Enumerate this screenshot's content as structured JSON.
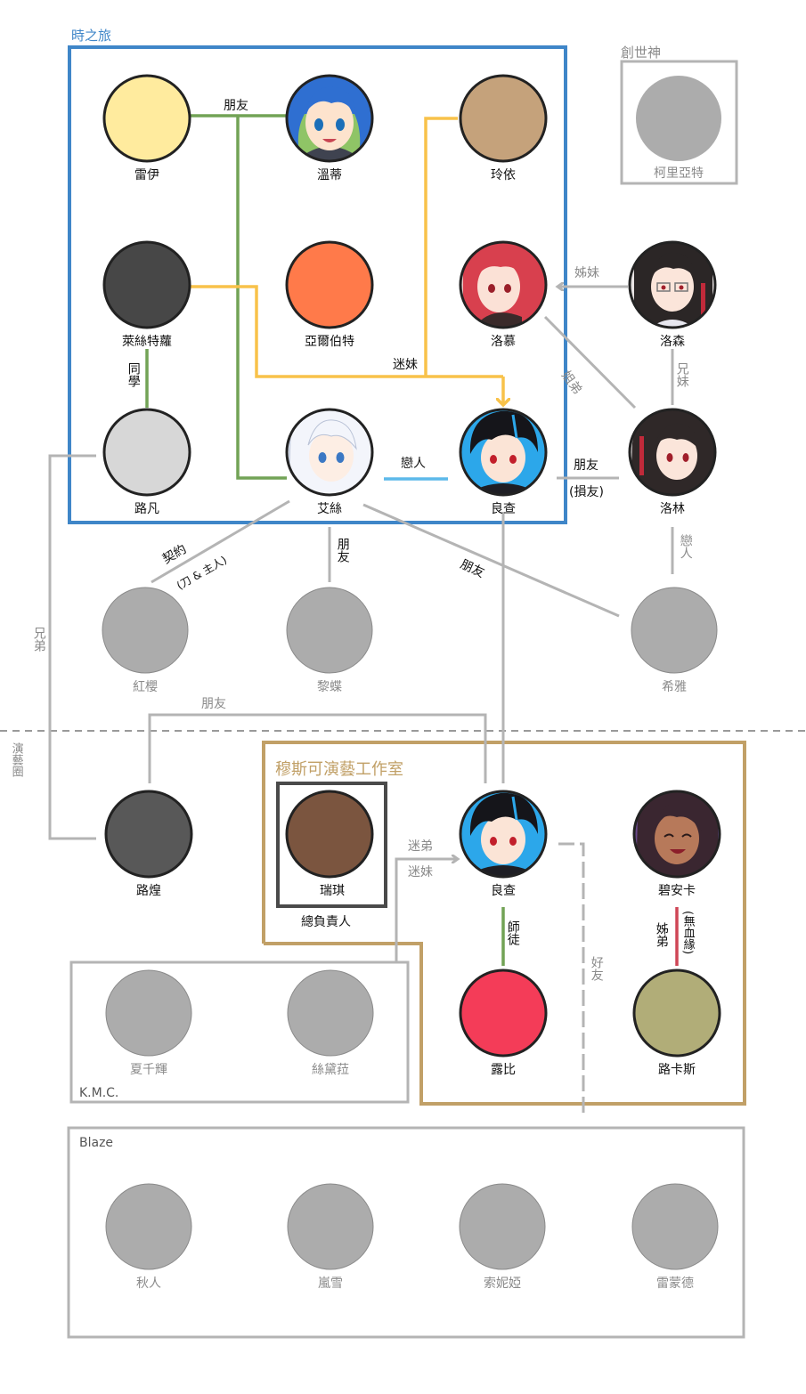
{
  "groups": {
    "time_travel": "時之旅",
    "creator_god": "創世神",
    "entertainment": "演藝圈",
    "studio": "穆斯可演藝工作室",
    "kmc": "K.M.C.",
    "blaze": "Blaze"
  },
  "characters": {
    "lei": "雷伊",
    "wendi": "溫蒂",
    "lingyi": "玲依",
    "kelite": "柯里亞特",
    "laisi": "萊絲特蘿",
    "yaer": "亞爾伯特",
    "luomu": "洛慕",
    "luosen": "洛森",
    "lufan": "路凡",
    "aisi": "艾絲",
    "liangcha": "良查",
    "luolin": "洛林",
    "hongying": "紅櫻",
    "lidie": "黎蝶",
    "xiya": "希雅",
    "luhuang": "路煌",
    "ruiqi": "瑞琪",
    "liangcha2": "良查",
    "bianka": "碧安卡",
    "lubi": "露比",
    "lukasi": "路卡斯",
    "xiaqianhui": "夏千輝",
    "sidaili": "絲黛菈",
    "qiuren": "秋人",
    "lanxue": "嵐雪",
    "suoniya": "索妮婭",
    "leimengde": "雷蒙德"
  },
  "relations": {
    "friend": "朋友",
    "fan_sister": "迷妹",
    "sisters": "姊妹",
    "siblings_elder_sister_younger_brother": "姐弟",
    "brother_sister": "兄妹",
    "classmate": "同學",
    "lovers": "戀人",
    "friend_bad": "(損友)",
    "lovers_gray": "戀人",
    "contract": "契約",
    "contract_detail": "(刀 & 主人)",
    "friend_lidie": "朋友",
    "friend_xiya": "朋友",
    "brothers": "兄弟",
    "friend_luhuang": "朋友",
    "fan_brother": "迷弟",
    "fan_sister2": "迷妹",
    "master_apprentice": "師徒",
    "sister_brother": "姊弟",
    "no_blood": "(無血緣)",
    "good_friend": "好友",
    "studio_head_title": "總負責人"
  },
  "colors": {
    "blue_frame": "#3f86c8",
    "gold_frame": "#c1a067",
    "gray_frame": "#b4b4b4",
    "green_line": "#72a356",
    "yellow_line": "#f8c24a",
    "light_blue_line": "#5cb9ea",
    "red_line": "#cf4656",
    "lei": "#ffeb9e",
    "lingyi": "#c5a27b",
    "laisi": "#474747",
    "yaer": "#ff7a4a",
    "lufan": "#d7d7d7",
    "gray_avatar": "#acacac",
    "luhuang": "#585858",
    "ruiqi": "#7b553f",
    "lubi": "#f43c58",
    "lukasi": "#b1ad78"
  },
  "icons": {
    "wendi": "blue-haired-girl-avatar-icon",
    "luomu": "red-haired-girl-avatar-icon",
    "luosen": "glasses-girl-avatar-icon",
    "aisi": "white-haired-girl-avatar-icon",
    "liangcha": "black-haired-boy-avatar-icon",
    "luolin": "dark-haired-boy-avatar-icon",
    "bianka": "dark-skinned-girl-avatar-icon"
  }
}
